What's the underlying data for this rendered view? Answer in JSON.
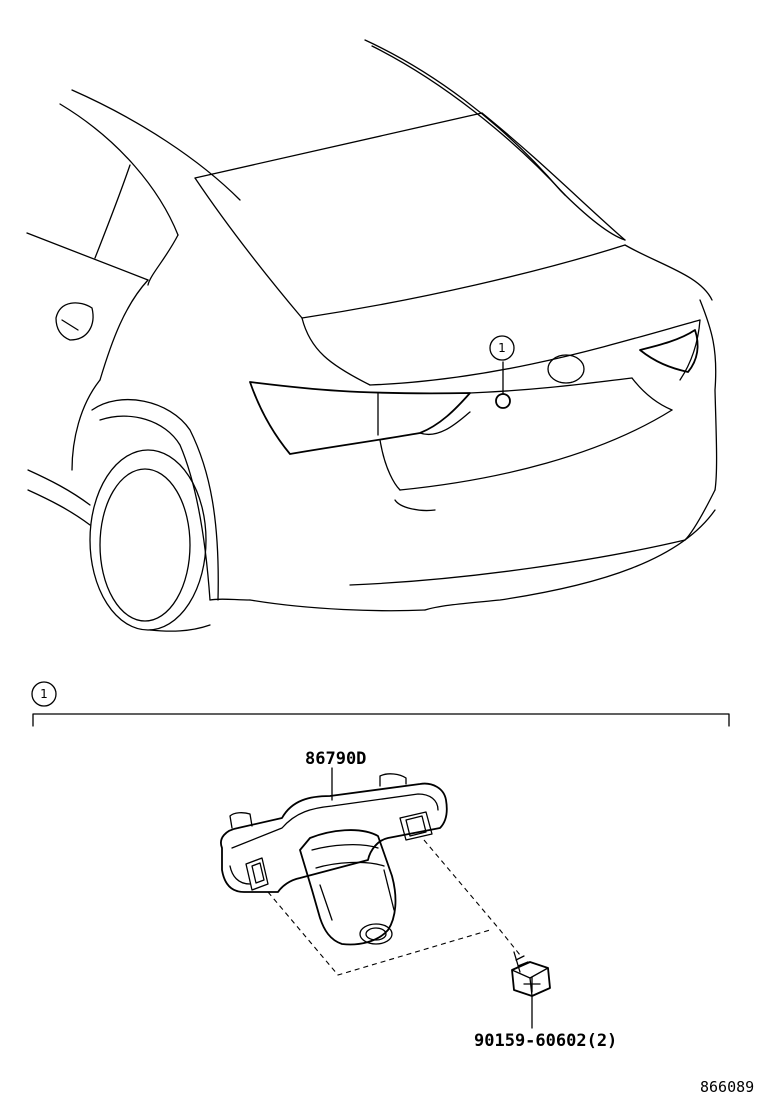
{
  "callouts": {
    "car_marker": "1",
    "section_marker": "1"
  },
  "parts": {
    "camera": "86790D",
    "screw": "90159-60602(2)"
  },
  "figure_id": "866089"
}
